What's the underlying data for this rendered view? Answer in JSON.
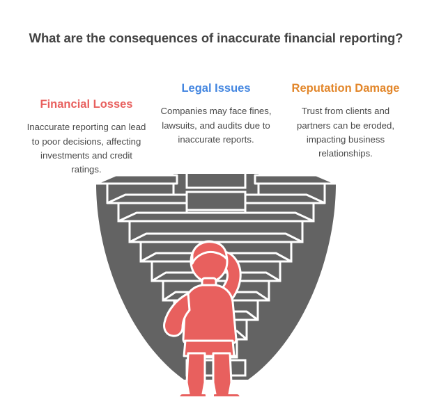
{
  "title": "What are the consequences of inaccurate financial reporting?",
  "columns": [
    {
      "heading": "Financial Losses",
      "body": "Inaccurate reporting can lead to poor decisions, affecting investments and credit ratings.",
      "color": "#e8605e"
    },
    {
      "heading": "Legal Issues",
      "body": "Companies may face fines, lawsuits, and audits due to inaccurate reports.",
      "color": "#4285e0"
    },
    {
      "heading": "Reputation Damage",
      "body": "Trust from clients and partners can be eroded, impacting business relationships.",
      "color": "#e2862a"
    }
  ],
  "illustration": {
    "name": "person-facing-descending-staircase-pit",
    "step_color": "#636363",
    "outline_color": "#ffffff",
    "figure_color": "#e8605e",
    "background_color": "#ffffff"
  }
}
